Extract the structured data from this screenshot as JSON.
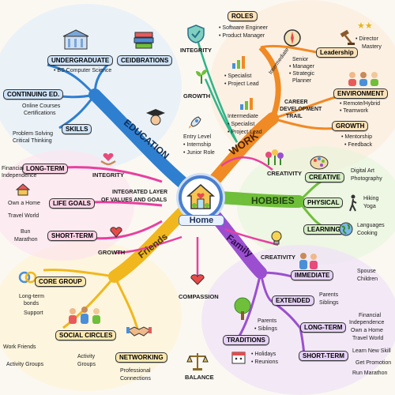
{
  "center": {
    "label": "Home"
  },
  "education": {
    "branch": "EDUCATION",
    "undergraduate": {
      "title": "UNDERGRADUATE",
      "detail": "• BS Computer Science"
    },
    "celebrations": {
      "title": "CEIDBRATIONS"
    },
    "continuing": {
      "title": "CONTINUING ED.",
      "line1": "Online Courses",
      "line2": "Certifications"
    },
    "skills": {
      "title": "SKILLS",
      "line1": "Problem Solving",
      "line2": "Critical Thinking"
    }
  },
  "work": {
    "branch": "WORK",
    "integrity": "INTEGRITY",
    "growth": "GROWTH",
    "roles": {
      "title": "ROLES",
      "line1": "• Software Engineer",
      "line2": "• Product Manager"
    },
    "leadership": {
      "title": "Leadership",
      "line1": "• Director",
      "line2": "Mastery"
    },
    "senior": {
      "title": "Senior",
      "line1": "• Manager",
      "line2": "• Strategic",
      "line3": "Planner"
    },
    "intermediate_top": {
      "label": "Intermediate",
      "line1": "• Specialist",
      "line2": "• Project Lead"
    },
    "trail": {
      "line1": "CAREER",
      "line2": "DEVELOPMENT",
      "line3": "TRAIL"
    },
    "environment": {
      "title": "ENVIRONMENT",
      "line1": "• Remote/Hybrid",
      "line2": "• Teamwork"
    },
    "intermediate": {
      "title": "Intermediate",
      "line1": "• Specialist",
      "line2": "• Project Lead"
    },
    "entry": {
      "line1": "Entry Level",
      "line2": "• Internship",
      "line3": "• Junior Role"
    },
    "growth2": {
      "title": "GROWTH",
      "line1": "• Mentorship",
      "line2": "• Feedback"
    }
  },
  "values": {
    "long_term": "LONG-TERM",
    "integrity": "INTEGRITY",
    "financial": {
      "line1": "Financial",
      "line2": "Independence"
    },
    "integrated": {
      "line1": "INTEGRATED LAYER",
      "line2": "OF VALUES AND GOALS"
    },
    "own_home": "Own a Home",
    "life_goals": "LIFE GOALS",
    "travel": "Travel World",
    "bun": "Bun",
    "marathon": "Marathon",
    "short_term": "SHORT-TERM",
    "growth": "GROWTH"
  },
  "hobbies": {
    "branch": "HOBBIES",
    "creativity": "CREATIVITY",
    "creative": {
      "title": "CREATIVE",
      "line1": "Digital Art",
      "line2": "Photography"
    },
    "physical": {
      "title": "PHYSICAL",
      "line1": "Hiking",
      "line2": "Yoga"
    },
    "learning": {
      "title": "LEARNING",
      "line1": "Languages",
      "line2": "Cooking"
    },
    "creativity2": "CREATIVITY"
  },
  "friends": {
    "branch": "Friends",
    "core": {
      "title": "CORE GROUP",
      "line1": "Long-term",
      "line2": "bonds",
      "line3": "Support"
    },
    "social": {
      "title": "SOCIAL CIRCLES",
      "work_friends": "Work Friends",
      "activity_groups": "Activity Groups",
      "activity2_line1": "Activity",
      "activity2_line2": "Groups"
    },
    "networking": {
      "title": "NETWORKING",
      "line1": "Professional",
      "line2": "Connections"
    },
    "compassion": "COMPASSION",
    "balance": "BALANCE"
  },
  "family": {
    "branch": "Family",
    "immediate": {
      "title": "IMMEDIATE",
      "line1": "Spouse",
      "line2": "Children"
    },
    "extended": {
      "title": "EXTENDED",
      "line1": "Parents",
      "line2": "Siblings"
    },
    "traditions": {
      "title": "TRADITIONS",
      "tree1": "Parents",
      "tree2": "• Siblings",
      "line1": "• Holidays",
      "line2": "• Reunions"
    },
    "long_term": {
      "title": "LONG-TERM",
      "line1": "Financial",
      "line2": "Independence",
      "line3": "Own a Home",
      "line4": "Travel World"
    },
    "short_term": {
      "title": "SHORT-TERM",
      "line1": "Learn New Skill",
      "line2": "Get Promotion",
      "line3": "Run Marathon"
    }
  },
  "colors": {
    "education": "#2f7fd0",
    "work": "#f08a24",
    "hobbies": "#6fbf3a",
    "friends": "#f0b81e",
    "family": "#9b4fd0",
    "values": "#e83fa0"
  }
}
